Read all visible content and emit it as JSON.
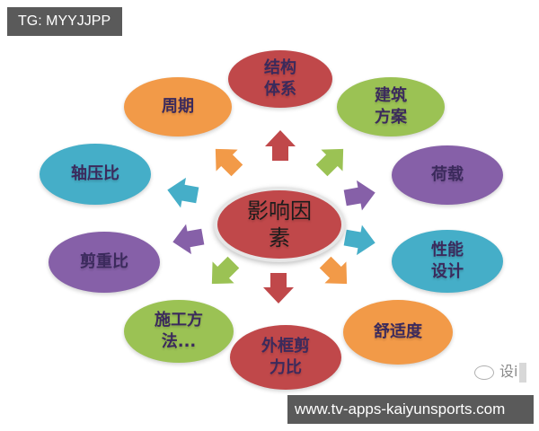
{
  "overlay": {
    "top_left_tag": "TG: MYYJJPP",
    "bottom_right_url": "www.tv-apps-kaiyunsports.com",
    "watermark_text": "设i"
  },
  "colors": {
    "red": "#c0484a",
    "orange": "#f29a48",
    "green": "#9bc254",
    "purple": "#8660a8",
    "teal": "#45aec8",
    "tag_bg": "#5a5a5a"
  },
  "diagram": {
    "center": {
      "label": "影响因\n素",
      "color": "#c0484a"
    },
    "nodes": [
      {
        "id": "structure",
        "label": "结构\n体系",
        "color": "#c0484a"
      },
      {
        "id": "architecture",
        "label": "建筑\n方案",
        "color": "#9bc254"
      },
      {
        "id": "load",
        "label": "荷载",
        "color": "#8660a8"
      },
      {
        "id": "performance",
        "label": "性能\n设计",
        "color": "#45aec8"
      },
      {
        "id": "comfort",
        "label": "舒适度",
        "color": "#f29a48"
      },
      {
        "id": "frame-shear",
        "label": "外框剪\n力比",
        "color": "#c0484a"
      },
      {
        "id": "construction",
        "label": "施工方\n法...",
        "color": "#9bc254"
      },
      {
        "id": "shear-weight",
        "label": "剪重比",
        "color": "#8660a8"
      },
      {
        "id": "axial",
        "label": "轴压比",
        "color": "#45aec8"
      },
      {
        "id": "period",
        "label": "周期",
        "color": "#f29a48"
      }
    ]
  }
}
